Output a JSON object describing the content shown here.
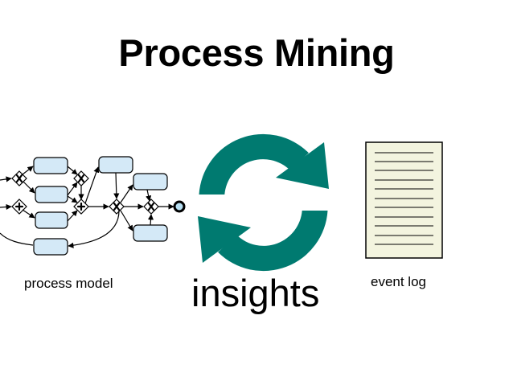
{
  "slide": {
    "title": "Process Mining"
  },
  "labels": {
    "process_model": "process model",
    "insights": "insights",
    "event_log": "event log"
  },
  "colors": {
    "teal": "#007a70",
    "activity_fill": "#d4e9f7",
    "log_paper": "#f3f4df",
    "end_event_fill": "#b7dff3"
  },
  "icons": {
    "cycle": "refresh-cycle-icon",
    "document": "event-log-document-icon"
  }
}
